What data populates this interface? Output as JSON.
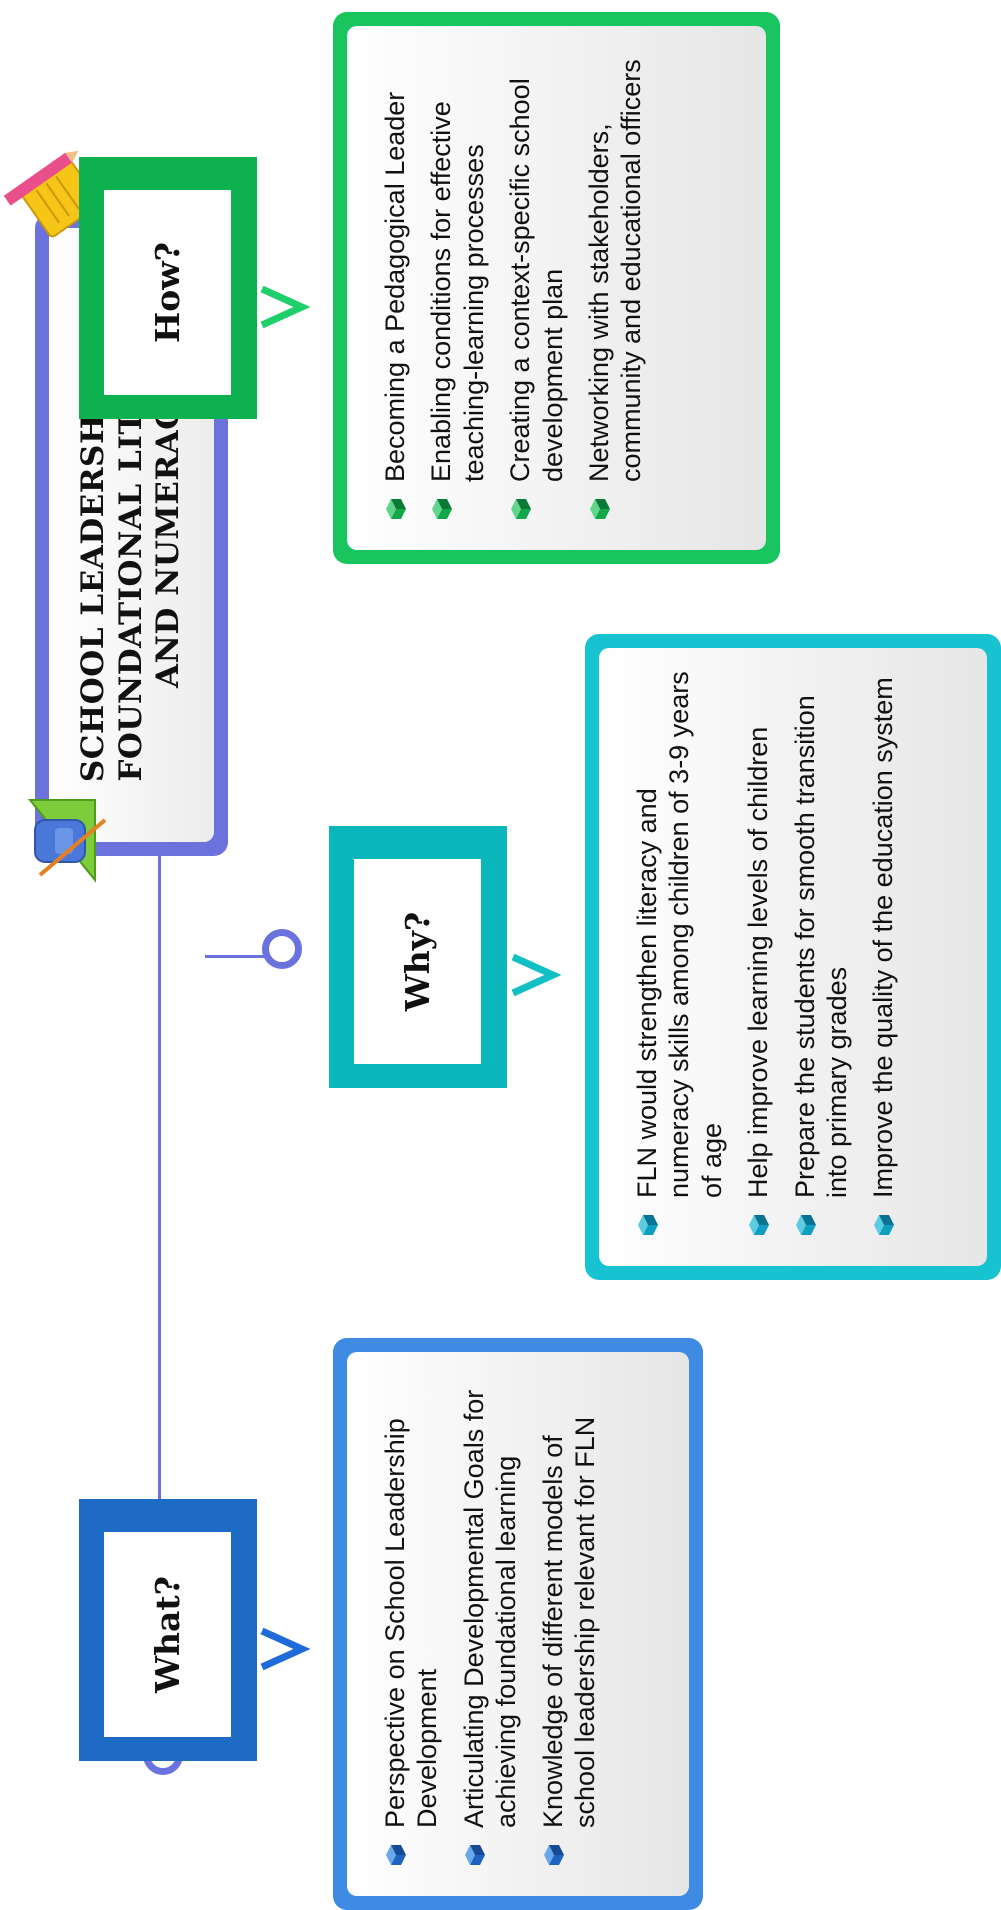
{
  "title": "SCHOOL LEADERSHIP FOR FOUNDATIONAL LITERACY AND NUMERACY",
  "sections": [
    {
      "label": "What?",
      "color": "#1e6bc6",
      "box_color": "#3f8ae2",
      "bullet_color": "#1f63c2",
      "items": [
        "Perspective on School Leadership Development",
        "Articulating Developmental Goals for achieving foundational learning",
        "Knowledge of different models of school leadership relevant for FLN"
      ]
    },
    {
      "label": "Why?",
      "color": "#0ab8bc",
      "box_color": "#18c3d1",
      "bullet_color": "#0d9ec2",
      "items": [
        "FLN would strengthen literacy and numeracy skills among children of 3-9 years of age",
        "Help improve learning levels of children",
        "Prepare the students for smooth transition into primary grades",
        "Improve the quality of the education system"
      ]
    },
    {
      "label": "How?",
      "color": "#0db14f",
      "box_color": "#18c55e",
      "bullet_color": "#12a84a",
      "items": [
        "Becoming a Pedagogical Leader",
        "Enabling conditions for effective teaching-learning processes",
        "Creating a context-specific school development plan",
        "Networking with stakeholders, community and educational officers"
      ]
    }
  ],
  "connector_color": "#6a72dd",
  "icons": [
    "notebook-pencil-icon",
    "backpack-ruler-icon",
    "cube-bullet-icon",
    "chevron-right-icon"
  ]
}
